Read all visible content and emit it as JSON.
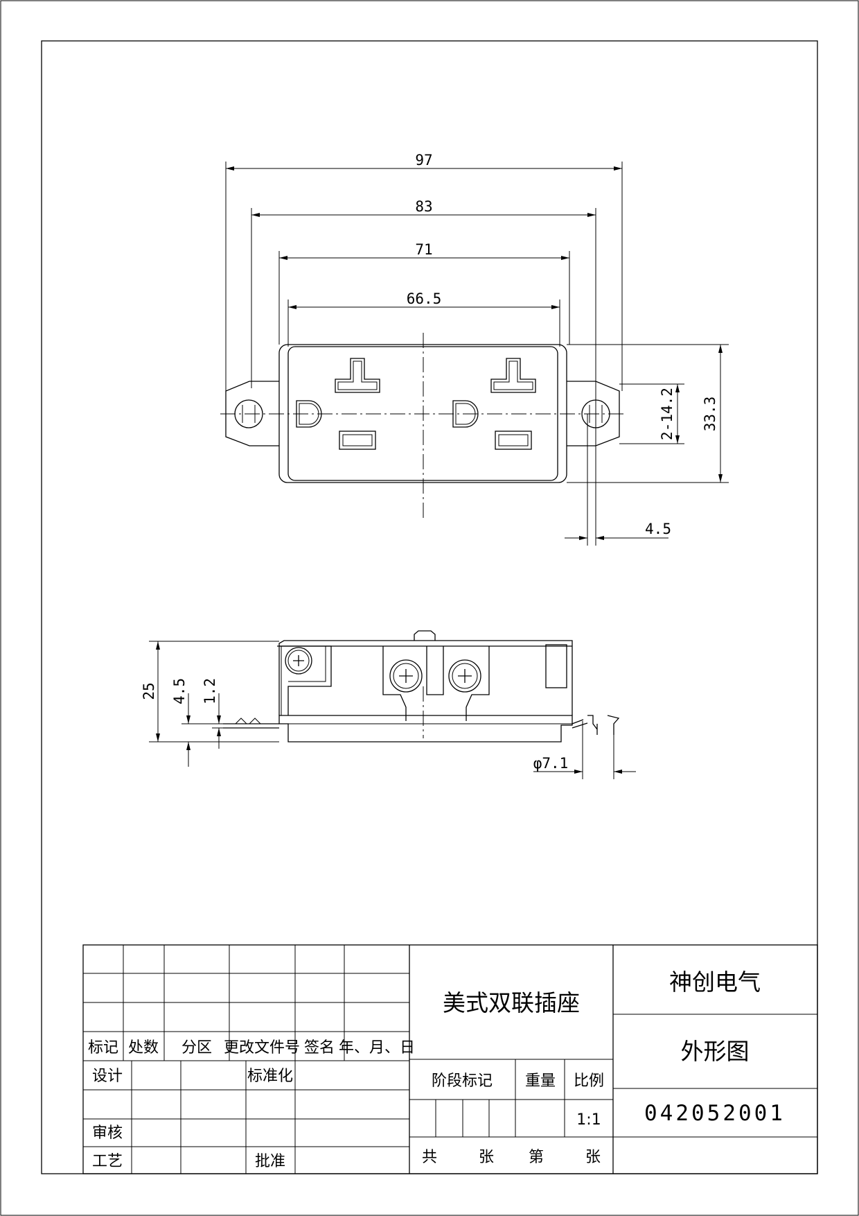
{
  "dimensions": {
    "width_97": "97",
    "width_83": "83",
    "width_71": "71",
    "width_66_5": "66.5",
    "height_33_3": "33.3",
    "slot_2_14_2": "2-14.2",
    "offset_4_5": "4.5",
    "depth_25": "25",
    "depth_4_5": "4.5",
    "depth_1_2": "1.2",
    "diameter_7_1": "φ7.1"
  },
  "title_block": {
    "product_name": "美式双联插座",
    "company": "神创电气",
    "drawing_type": "外形图",
    "drawing_number": "042052001",
    "scale": "1:1",
    "labels": {
      "mark": "标记",
      "count": "处数",
      "zone": "分区",
      "change_doc": "更改文件号",
      "signature": "签名",
      "date": "年、月、日",
      "design": "设计",
      "standardize": "标准化",
      "review": "审核",
      "process": "工艺",
      "approve": "批准",
      "stage_mark": "阶段标记",
      "weight": "重量",
      "ratio": "比例",
      "total": "共",
      "sheet": "张",
      "number": "第",
      "sheet2": "张"
    }
  }
}
